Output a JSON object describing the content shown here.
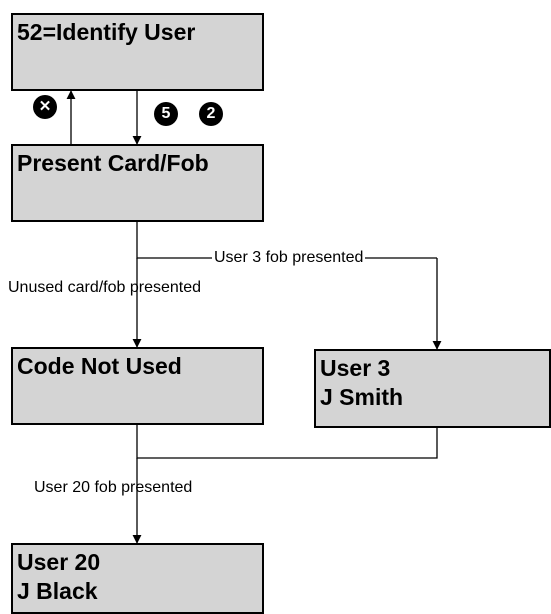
{
  "screens": {
    "identify": "52=Identify User",
    "present": "Present Card/Fob",
    "unused": "Code Not Used",
    "user3": {
      "line1": "User 3",
      "line2": "J Smith"
    },
    "user20": {
      "line1": "User 20",
      "line2": "J Black"
    }
  },
  "keys": {
    "cancel": "✕",
    "digit1": "5",
    "digit2": "2"
  },
  "labels": {
    "user3_fob": "User 3 fob presented",
    "unused_fob": "Unused card/fob presented",
    "user20_fob": "User 20 fob presented"
  }
}
